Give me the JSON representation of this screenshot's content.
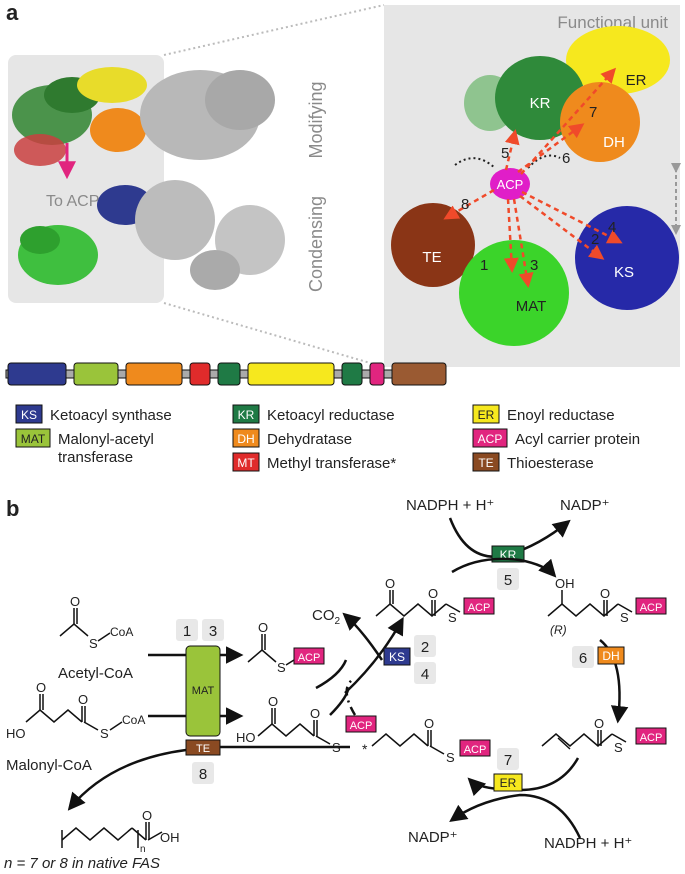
{
  "panel_a": {
    "letter": "a",
    "side_labels": {
      "top": "Modifying",
      "bottom": "Condensing"
    },
    "to_acp": "To ACP",
    "functional_unit": {
      "title": "Functional unit",
      "domains": [
        "KR",
        "ER",
        "DH",
        "ACP",
        "TE",
        "MAT",
        "KS"
      ],
      "step_numbers": [
        "1",
        "2",
        "3",
        "4",
        "5",
        "6",
        "7",
        "8"
      ]
    },
    "gene_colors": [
      "#2e3a8f",
      "#9ac43a",
      "#ef8a1d",
      "#e02b2b",
      "#1f7a45",
      "#f6e81e",
      "#1f7a45",
      "#e1257f",
      "#9a5a32"
    ],
    "legend": [
      {
        "abbr": "KS",
        "name": "Ketoacyl synthase",
        "color": "#2e3a8f",
        "text_color": "#ffffff"
      },
      {
        "abbr": "MAT",
        "name": "Malonyl-acetyl",
        "name2": "transferase",
        "color": "#9ac43a",
        "text_color": "#222222"
      },
      {
        "abbr": "KR",
        "name": "Ketoacyl reductase",
        "color": "#1f7a45",
        "text_color": "#ffffff"
      },
      {
        "abbr": "DH",
        "name": "Dehydratase",
        "color": "#ef8a1d",
        "text_color": "#ffffff"
      },
      {
        "abbr": "MT",
        "name": "Methyl transferase*",
        "color": "#e02b2b",
        "text_color": "#ffffff"
      },
      {
        "abbr": "ER",
        "name": "Enoyl reductase",
        "color": "#f6e81e",
        "text_color": "#222222"
      },
      {
        "abbr": "ACP",
        "name": "Acyl carrier protein",
        "color": "#e1257f",
        "text_color": "#ffffff"
      },
      {
        "abbr": "TE",
        "name": "Thioesterase",
        "color": "#8a4a22",
        "text_color": "#ffffff"
      }
    ]
  },
  "panel_b": {
    "letter": "b",
    "nadph_top": "NADPH + H⁺",
    "nadp_top": "NADP⁺",
    "nadp_bottom": "NADP⁺",
    "nadph_bottom": "NADPH + H⁺",
    "co2": "CO",
    "co2_sub": "2",
    "acetyl_coa": "Acetyl-CoA",
    "malonyl_coa": "Malonyl-CoA",
    "coa": "CoA",
    "s": "S",
    "o": "O",
    "oh": "OH",
    "ho": "HO",
    "r": "(R)",
    "star": "*",
    "sub_n": "n",
    "product_label": "n = 7 or 8 in native FAS",
    "enzymes": {
      "kr": "KR",
      "mat": "MAT",
      "ks": "KS",
      "dh": "DH",
      "er": "ER",
      "te": "TE",
      "acp": "ACP"
    },
    "steps": {
      "s1": "1",
      "s2": "2",
      "s3": "3",
      "s4": "4",
      "s5": "5",
      "s6": "6",
      "s7": "7",
      "s8": "8"
    }
  }
}
